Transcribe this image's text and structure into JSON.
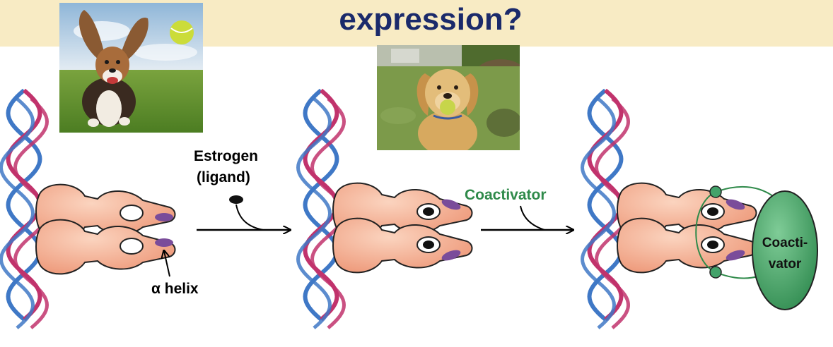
{
  "title": "expression?",
  "labels": {
    "estrogen": "Estrogen",
    "ligand": "(ligand)",
    "alpha_helix": "α helix",
    "coactivator_arrow": "Coactivator",
    "coactivator_blob_line1": "Coacti-",
    "coactivator_blob_line2": "vator"
  },
  "colors": {
    "title_band": "#f8ebc4",
    "title_text": "#1b2a6b",
    "receptor": "#f3a98a",
    "alpha_helix": "#7a4c9a",
    "coactivator": "#43a36a",
    "coactivator_label": "#2f8a4a",
    "dna_strand_a": "#3f78c6",
    "dna_strand_b": "#c1336c"
  },
  "photos": [
    {
      "subject": "basset-hound-with-ball"
    },
    {
      "subject": "golden-retriever-with-ball"
    }
  ]
}
